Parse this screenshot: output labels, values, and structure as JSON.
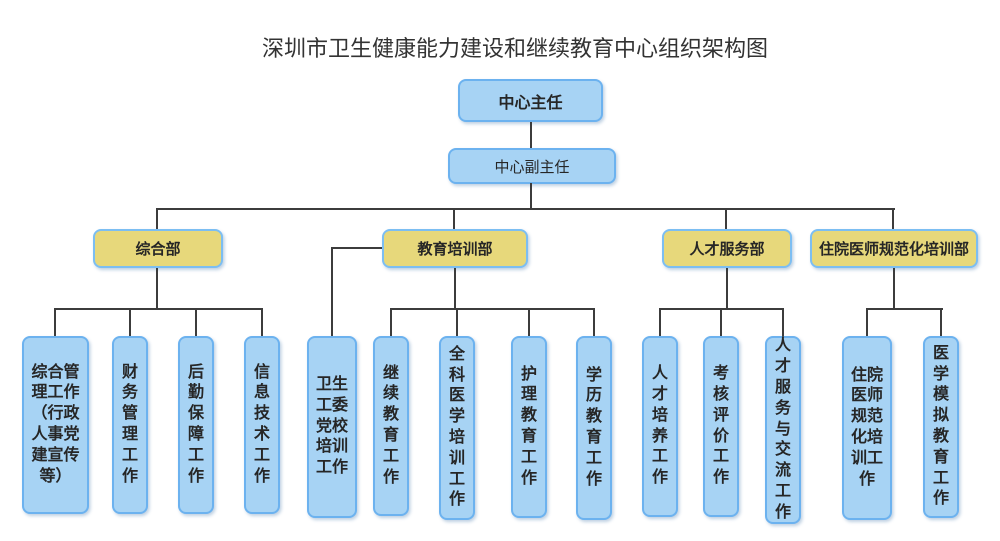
{
  "title": "深圳市卫生健康能力建设和继续教育中心组织架构图",
  "nodes": {
    "director": "中心主任",
    "deputy": "中心副主任"
  },
  "departments": [
    {
      "label": "综合部",
      "children": [
        "综合管理工作（行政人事党建宣传等）",
        "财务管理工作",
        "后勤保障工作",
        "信息技术工作"
      ]
    },
    {
      "label": "教育培训部",
      "children": [
        "卫生工委党校培训工作",
        "继续教育工作",
        "全科医学培训工作",
        "护理教育工作",
        "学历教育工作"
      ]
    },
    {
      "label": "人才服务部",
      "children": [
        "人才培养工作",
        "考核评价工作",
        "人才服务与交流工作"
      ]
    },
    {
      "label": "住院医师规范化培训部",
      "children": [
        "住院医师规范化培训工作",
        "医学模拟教育工作"
      ]
    }
  ],
  "colors": {
    "node_blue_fill": "#A7D3F4",
    "node_blue_border": "#6CB2EF",
    "dept_yellow_fill": "#E7D87B",
    "dept_yellow_border": "#7CBEF2",
    "connector_line": "#3C3C3C",
    "text": "#262626"
  }
}
